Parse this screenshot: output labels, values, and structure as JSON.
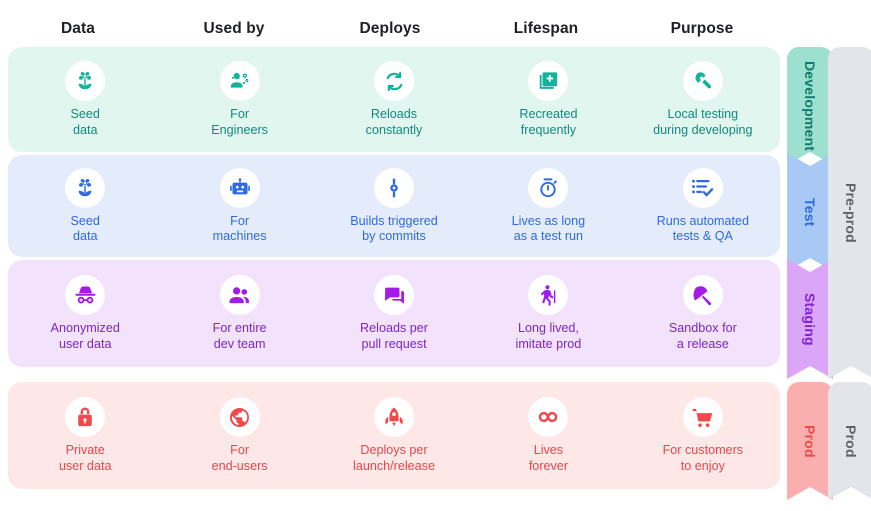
{
  "header": {
    "columns": [
      "Data",
      "Used by",
      "Deploys",
      "Lifespan",
      "Purpose"
    ]
  },
  "rows": [
    {
      "id": "development",
      "name": "Development",
      "bg": "#E2F6F0",
      "text_color": "#12897C",
      "chevron_color": "#9DE0CF",
      "cells": [
        {
          "icon": "flower-seed-icon",
          "label": "Seed\ndata"
        },
        {
          "icon": "engineering-person-icon",
          "label": "For\nEngineers"
        },
        {
          "icon": "refresh-loop-icon",
          "label": "Reloads\nconstantly"
        },
        {
          "icon": "library-add-icon",
          "label": "Recreated\nfrequently"
        },
        {
          "icon": "wrench-icon",
          "label": "Local testing\nduring developing"
        }
      ]
    },
    {
      "id": "test",
      "name": "Test",
      "bg": "#E4EBFA",
      "text_color": "#2F6BE0",
      "chevron_color": "#A8C9F5",
      "cells": [
        {
          "icon": "flower-seed-icon",
          "label": "Seed\ndata"
        },
        {
          "icon": "robot-icon",
          "label": "For\nmachines"
        },
        {
          "icon": "commit-icon",
          "label": "Builds triggered\nby commits"
        },
        {
          "icon": "timer-icon",
          "label": "Lives as long\nas a test run"
        },
        {
          "icon": "checklist-icon",
          "label": "Runs automated\ntests & QA"
        }
      ]
    },
    {
      "id": "staging",
      "name": "Staging",
      "bg": "#F3E2FB",
      "text_color": "#7B27C9",
      "chevron_color": "#DCA6F8",
      "cells": [
        {
          "icon": "incognito-icon",
          "label": "Anonymized\nuser data"
        },
        {
          "icon": "people-group-icon",
          "label": "For entire\ndev team"
        },
        {
          "icon": "comment-bubbles-icon",
          "label": "Reloads per\npull request"
        },
        {
          "icon": "elderly-walking-icon",
          "label": "Long lived,\nimitate prod"
        },
        {
          "icon": "beach-umbrella-icon",
          "label": "Sandbox for\na release"
        }
      ]
    },
    {
      "id": "prod",
      "name": "Prod",
      "bg": "#FDE7E7",
      "text_color": "#E8484B",
      "chevron_color": "#FAAFAE",
      "cells": [
        {
          "icon": "lock-icon",
          "label": "Private\nuser data"
        },
        {
          "icon": "globe-public-icon",
          "label": "For\nend-users"
        },
        {
          "icon": "rocket-launch-icon",
          "label": "Deploys per\nlaunch/release"
        },
        {
          "icon": "infinity-icon",
          "label": "Lives\nforever"
        },
        {
          "icon": "shopping-cart-icon",
          "label": "For customers\nto enjoy"
        }
      ]
    }
  ],
  "groups": [
    {
      "id": "preprod",
      "label": "Pre-prod",
      "color": "#E3E5EA",
      "text_color": "#5F6368"
    },
    {
      "id": "prod",
      "label": "Prod",
      "color": "#E3E5EA",
      "text_color": "#5F6368"
    }
  ]
}
